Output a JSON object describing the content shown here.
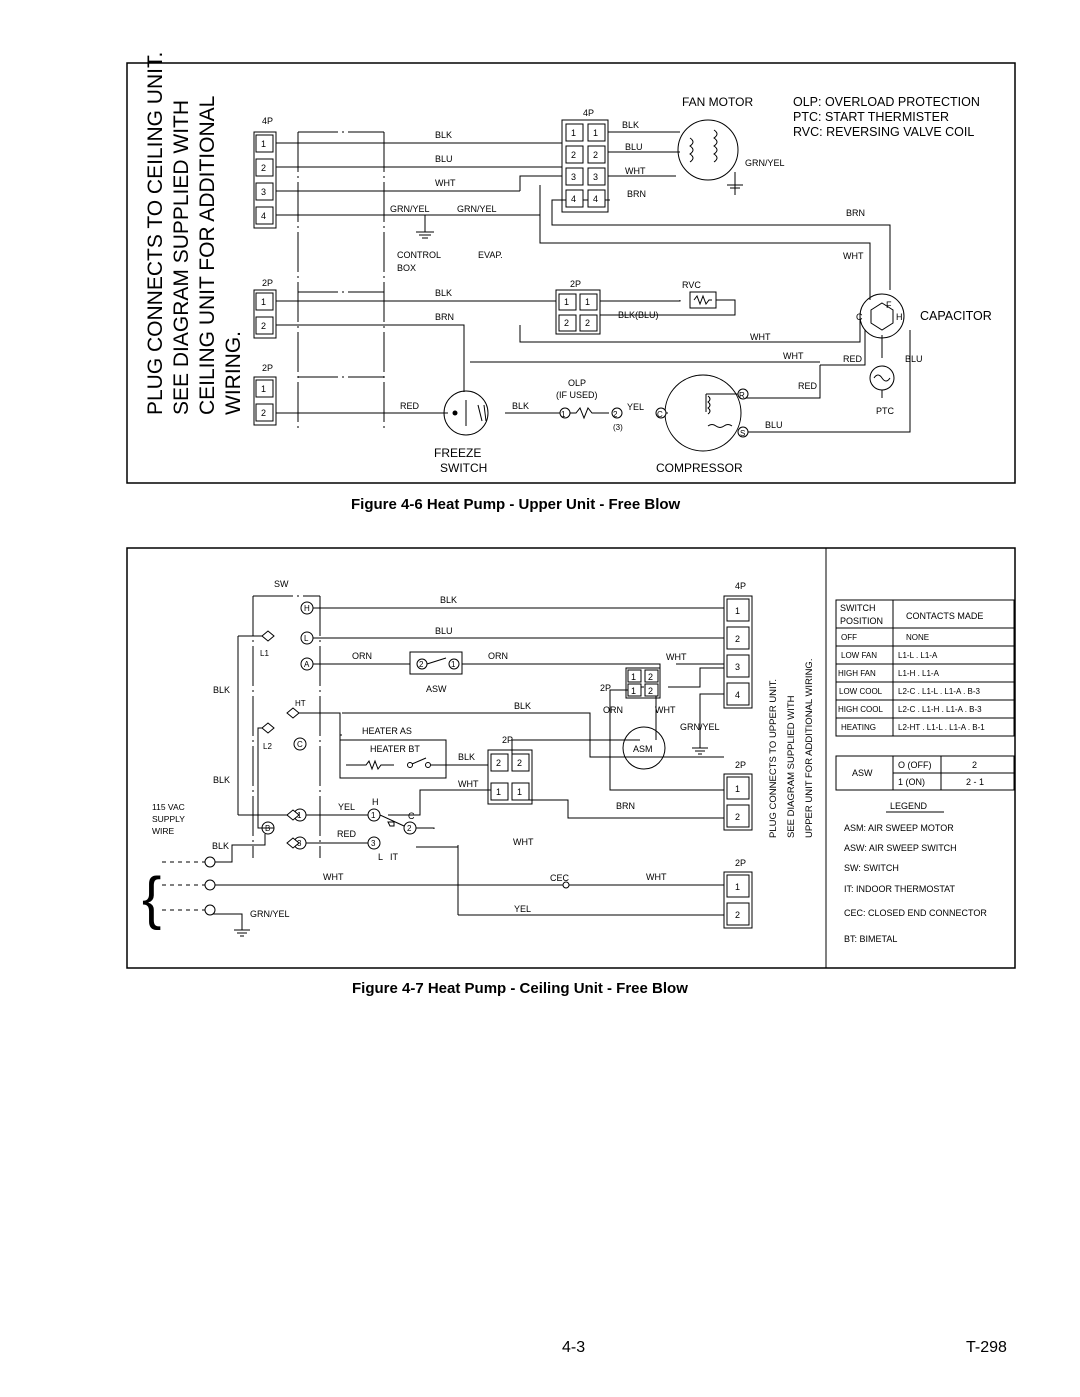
{
  "figure1": {
    "caption": "Figure 4-6 Heat Pump - Upper Unit - Free Blow",
    "vertical_note": [
      "PLUG CONNECTS TO CEILING UNIT.",
      "SEE DIAGRAM SUPPLIED WITH",
      "CEILING UNIT FOR ADDITIONAL",
      "WIRING."
    ],
    "legend": [
      "OLP: OVERLOAD PROTECTION",
      "PTC: START THERMISTER",
      "RVC: REVERSING VALVE COIL"
    ],
    "fan_motor": "FAN MOTOR",
    "capacitor": "CAPACITOR",
    "compressor": "COMPRESSOR",
    "freeze_switch": [
      "FREEZE",
      "SWITCH"
    ],
    "control_box": [
      "CONTROL",
      "BOX"
    ],
    "evap": "EVAP.",
    "olp": [
      "OLP",
      "(IF USED)"
    ],
    "rvc": "RVC",
    "ptc": "PTC",
    "conn_4p": "4P",
    "conn_2p": "2P",
    "wires": {
      "blk": "BLK",
      "blu": "BLU",
      "wht": "WHT",
      "brn": "BRN",
      "red": "RED",
      "yel": "YEL",
      "grnyel": "GRN/YEL",
      "blkblu": "BLK(BLU)"
    },
    "pins": [
      "1",
      "2",
      "3",
      "4"
    ],
    "cap_terms": [
      "C",
      "F",
      "H"
    ],
    "comp_terms": [
      "R",
      "S",
      "C"
    ],
    "olp_terms": [
      "1",
      "2",
      "(3)"
    ]
  },
  "figure2": {
    "caption": "Figure 4-7 Heat Pump - Ceiling Unit - Free Blow",
    "vertical_note": [
      "PLUG CONNECTS TO UPPER UNIT.",
      "SEE DIAGRAM SUPPLIED WITH",
      "UPPER UNIT FOR ADDITIONAL WIRING."
    ],
    "sw": "SW",
    "supply": [
      "115 VAC",
      "SUPPLY",
      "WIRE"
    ],
    "heater_as": "HEATER AS",
    "heater_bt": "HEATER  BT",
    "asw": "ASW",
    "asm": "ASM",
    "cec": "CEC",
    "it": "IT",
    "terms": [
      "H",
      "L",
      "A",
      "C",
      "1",
      "B",
      "3",
      "2",
      "L1",
      "L2",
      "HT",
      "H",
      "C",
      "L"
    ],
    "wires": {
      "blk": "BLK",
      "blu": "BLU",
      "orn": "ORN",
      "wht": "WHT",
      "yel": "YEL",
      "red": "RED",
      "brn": "BRN",
      "grnyel": "GRN/YEL"
    },
    "table": {
      "header": [
        "SWITCH POSITION",
        "CONTACTS MADE"
      ],
      "rows": [
        [
          "OFF",
          "NONE"
        ],
        [
          "LOW FAN",
          "L1-L . L1-A"
        ],
        [
          "HIGH FAN",
          "L1-H . L1-A"
        ],
        [
          "LOW COOL",
          "L2-C . L1-L . L1-A . B-3"
        ],
        [
          "HIGH COOL",
          "L2-C . L1-H . L1-A . B-3"
        ],
        [
          "HEATING",
          "L2-HT . L1-L . L1-A . B-1"
        ]
      ],
      "asw_label": "ASW",
      "asw_rows": [
        [
          "O (OFF)",
          "2"
        ],
        [
          "1 (ON)",
          "2 - 1"
        ]
      ]
    },
    "legend_title": "LEGEND",
    "legend": [
      "ASM: AIR SWEEP MOTOR",
      "ASW: AIR SWEEP SWITCH",
      "SW:  SWITCH",
      "IT:  INDOOR THERMOSTAT",
      "CEC: CLOSED END CONNECTOR",
      "BT:  BIMETAL"
    ]
  },
  "footer": {
    "page": "4-3",
    "doc": "T-298"
  }
}
